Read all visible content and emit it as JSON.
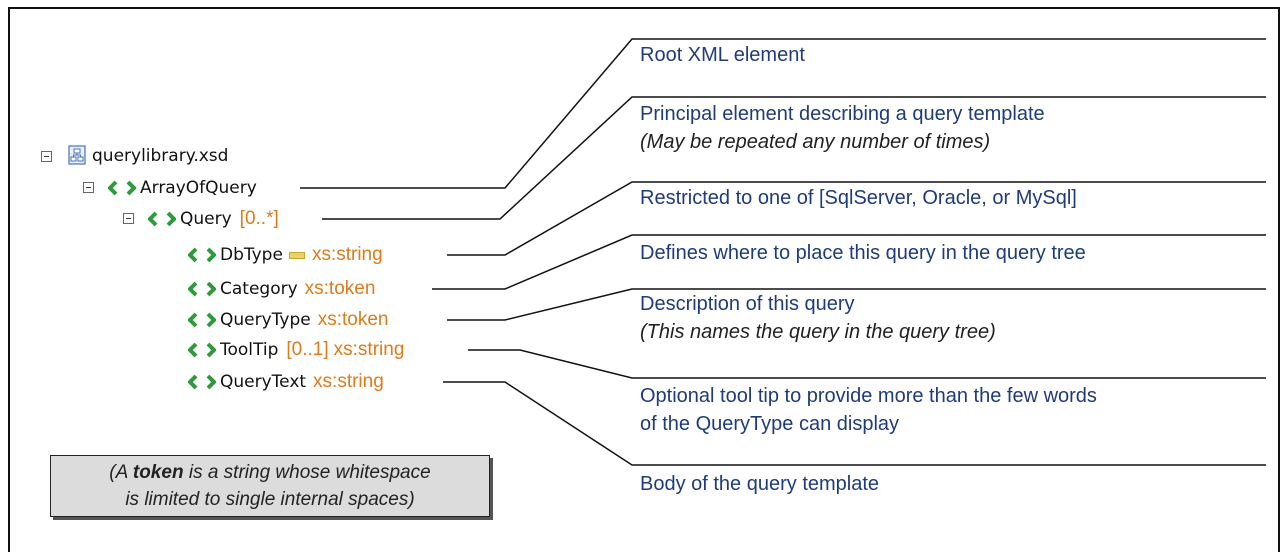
{
  "tree": {
    "root_file": "querylibrary.xsd",
    "array_element": "ArrayOfQuery",
    "query_element": "Query",
    "query_cardinality": "[0..*]",
    "children": [
      {
        "name": "DbType",
        "cardinality": "",
        "type": "xs:string",
        "restricted": true
      },
      {
        "name": "Category",
        "cardinality": "",
        "type": "xs:token",
        "restricted": false
      },
      {
        "name": "QueryType",
        "cardinality": "",
        "type": "xs:token",
        "restricted": false
      },
      {
        "name": "ToolTip",
        "cardinality": "[0..1]",
        "type": "xs:string",
        "restricted": false
      },
      {
        "name": "QueryText",
        "cardinality": "",
        "type": "xs:string",
        "restricted": false
      }
    ]
  },
  "notes": {
    "root": "Root XML element",
    "principal_line1": "Principal element describing a query template",
    "principal_line2": "(May be repeated any number of times)",
    "restricted": "Restricted to one of [SqlServer, Oracle, or MySql]",
    "category": "Defines where to place this query in the query tree",
    "description_line1": "Description of this query",
    "description_line2": "(This names the query in the query tree)",
    "tooltip_line1": "Optional tool tip to provide more than the few words",
    "tooltip_line2": "of the QueryType can display",
    "body": "Body of the query template"
  },
  "token_box": {
    "prefix": "(A ",
    "term": "token",
    "line1_rest": " is a string whose whitespace",
    "line2": "is limited to single internal spaces)"
  },
  "colors": {
    "note_text": "#1f3b7a",
    "type_text": "#e07a1a",
    "element_icon": "#2e9a3c",
    "token_box_bg": "#dcdcdc"
  }
}
